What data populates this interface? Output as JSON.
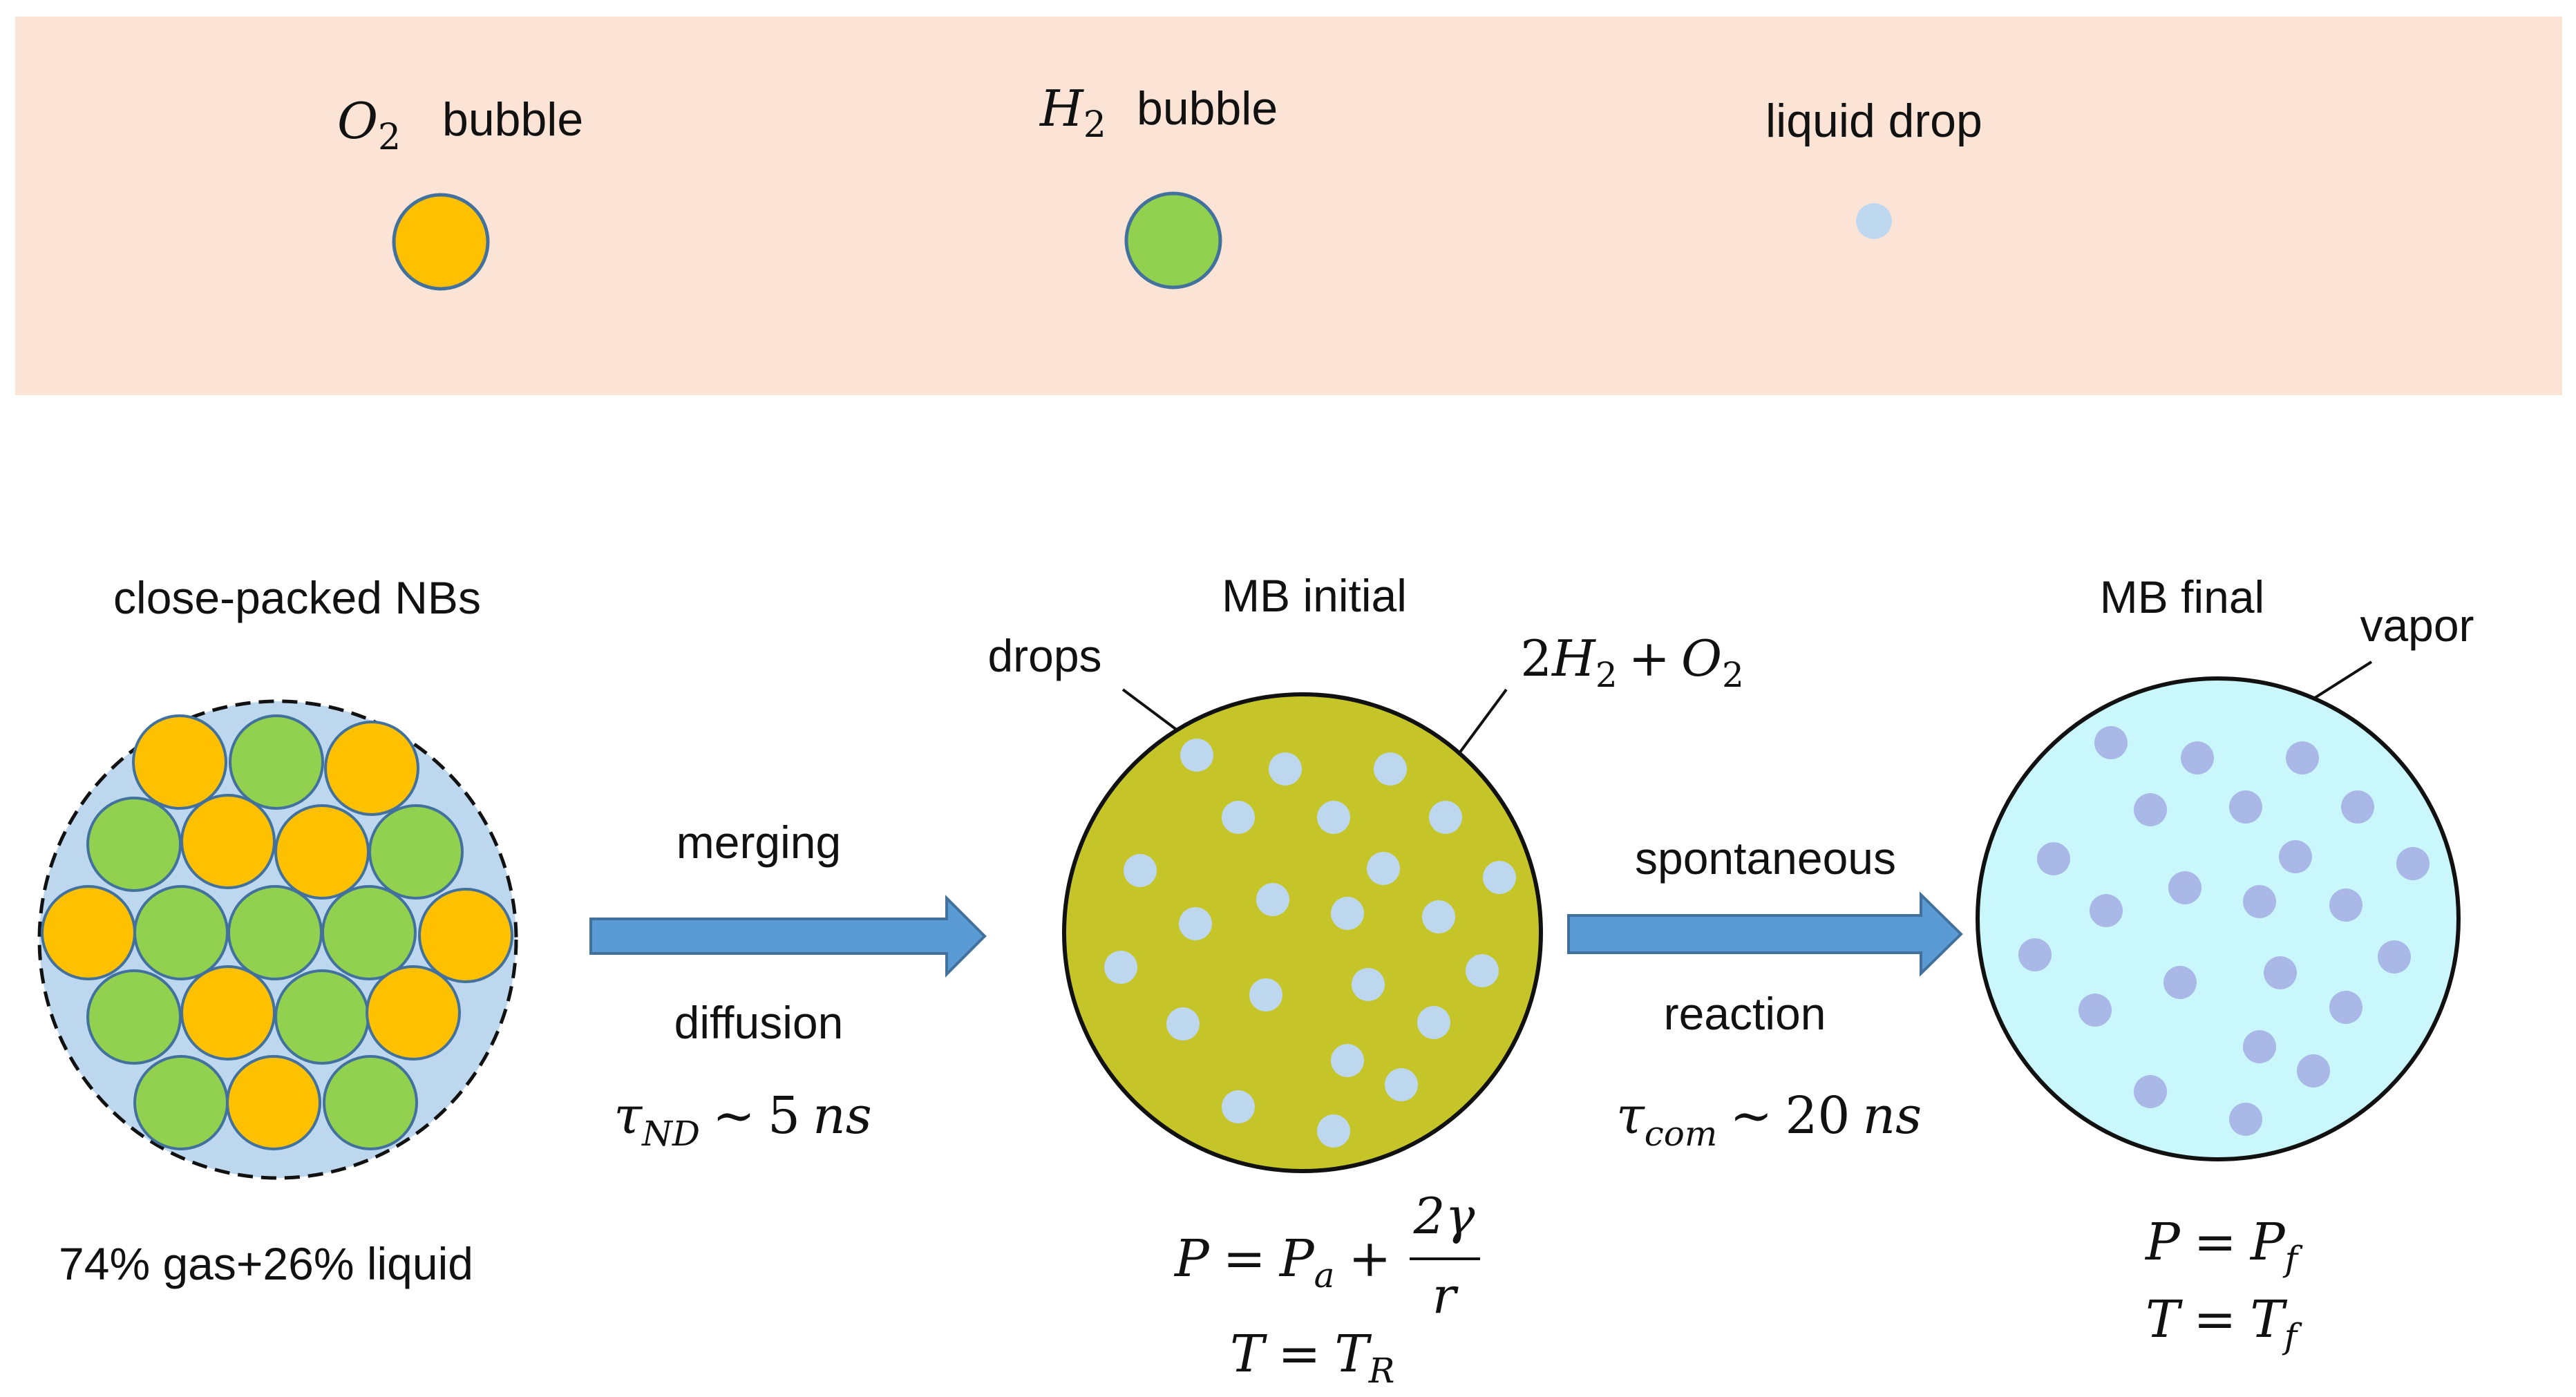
{
  "legend": {
    "o2_bubble": {
      "symbol": "O",
      "subscript": "2",
      "label": "bubble"
    },
    "h2_bubble": {
      "symbol": "H",
      "subscript": "2",
      "label": "bubble"
    },
    "liquid_drop": {
      "label": "liquid drop"
    }
  },
  "stages": {
    "nanobubbles": {
      "title": "close-packed NBs",
      "composition": "74% gas+26% liquid"
    },
    "mb_initial": {
      "title": "MB initial",
      "drops_label": "drops",
      "gas_label": {
        "c": "2",
        "h": "H",
        "hs": "2",
        "op": "+",
        "o": "O",
        "os": "2"
      },
      "pressure": {
        "lhs": "P",
        "eq": "=",
        "p": "P",
        "ps": "a",
        "op": "+",
        "num": "2γ",
        "den": "r"
      },
      "temperature": {
        "lhs": "T",
        "eq": "=",
        "t": "T",
        "ts": "R"
      }
    },
    "mb_final": {
      "title": "MB final",
      "vapor_label": "vapor",
      "pressure": {
        "lhs": "P",
        "eq": "=",
        "p": "P",
        "ps": "f"
      },
      "temperature": {
        "lhs": "T",
        "eq": "=",
        "t": "T",
        "ts": "f"
      }
    }
  },
  "transitions": {
    "first": {
      "top": "merging",
      "bottom": "diffusion",
      "time": {
        "tau": "τ",
        "sub": "ND",
        "approx": "~",
        "value": "5",
        "unit": "ns"
      }
    },
    "second": {
      "top": "spontaneous",
      "bottom": "reaction",
      "time": {
        "tau": "τ",
        "sub": "com",
        "approx": "~",
        "value": "20",
        "unit": "ns"
      }
    }
  },
  "colors": {
    "legend_bg": "#fbe4d6",
    "o2": "#ffc000",
    "h2": "#92d050",
    "drop": "#bdd7ee",
    "cluster_bg": "#bdd7ee",
    "mb_initial_fill": "#c5c52a",
    "mb_final_fill": "#c9f7fb",
    "vapor_dot": "#a9b8e6",
    "arrow": "#5b9bd5",
    "circle_stroke": "#41719c"
  }
}
